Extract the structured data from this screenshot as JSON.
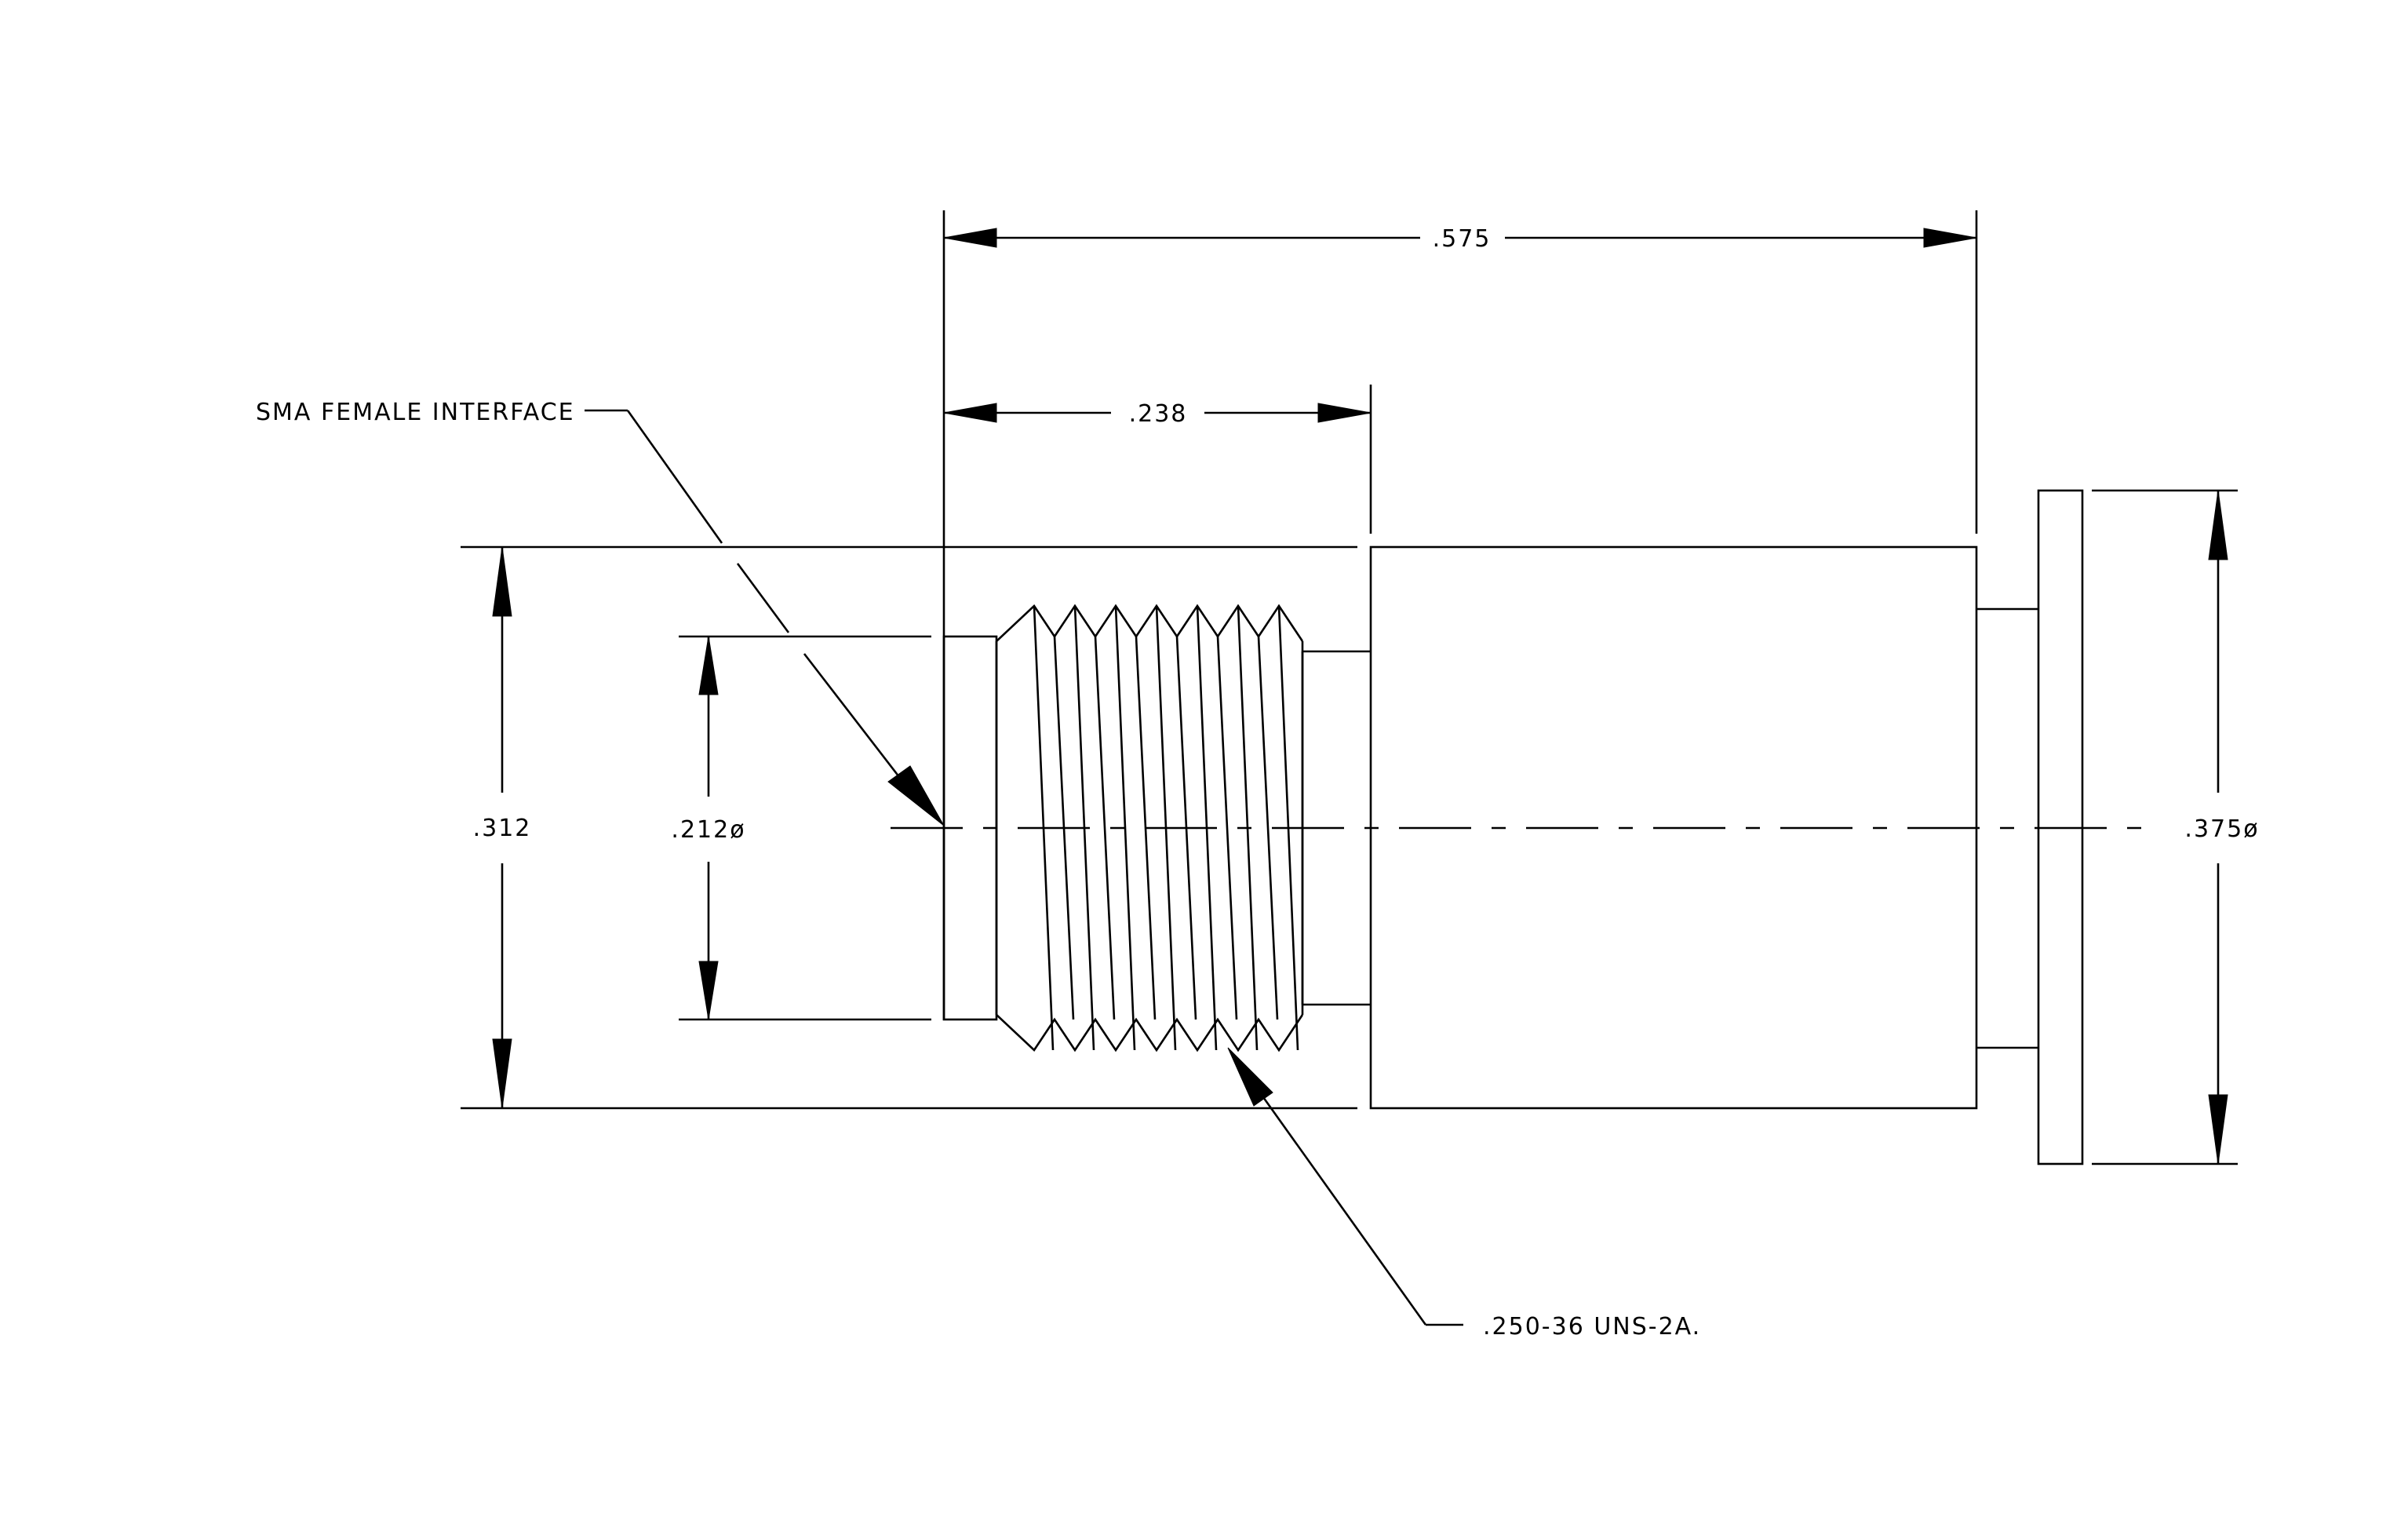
{
  "drawing": {
    "line_color": "#000000",
    "background": "#ffffff",
    "dimensions": {
      "overall_length": ".575",
      "interface_length": ".238",
      "body_height": ".312",
      "thread_diameter": ".212ø",
      "flange_diameter": ".375ø"
    },
    "callouts": {
      "interface": "SMA FEMALE INTERFACE",
      "thread": ".250-36 UNS-2A."
    }
  }
}
